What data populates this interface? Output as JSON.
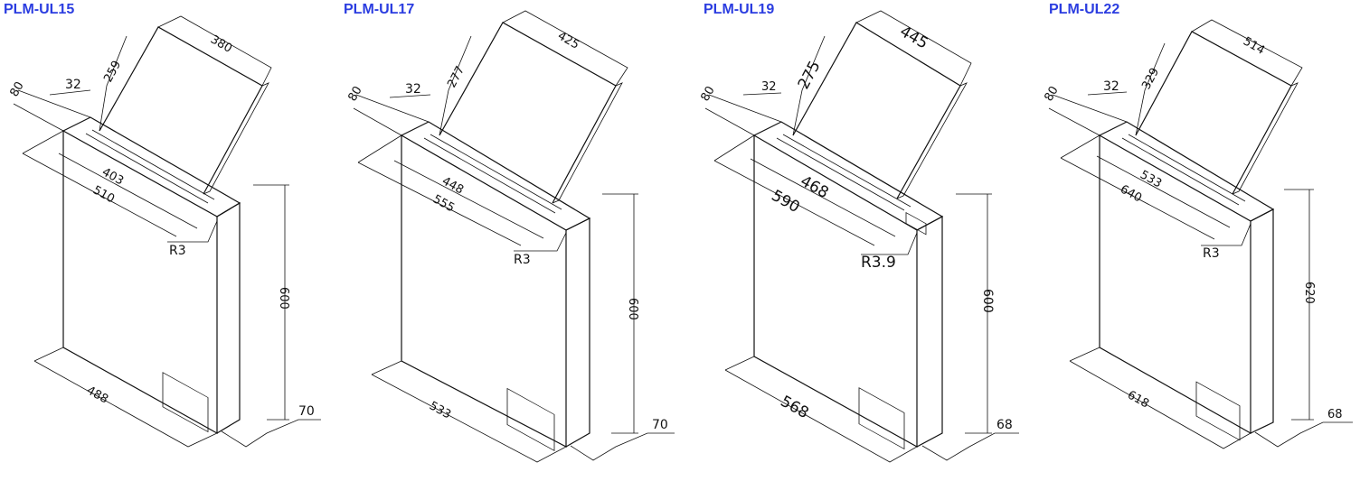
{
  "models": [
    {
      "title": "PLM-UL15",
      "dims": {
        "screen_width": "380",
        "screen_height": "259",
        "lid_depth": "80",
        "lid_gap": "32",
        "inner_width": "403",
        "outer_width": "510",
        "radius": "R3",
        "height": "600",
        "bottom_width": "488",
        "depth": "70"
      }
    },
    {
      "title": "PLM-UL17",
      "dims": {
        "screen_width": "425",
        "screen_height": "277",
        "lid_depth": "80",
        "lid_gap": "32",
        "inner_width": "448",
        "outer_width": "555",
        "radius": "R3",
        "height": "600",
        "bottom_width": "533",
        "depth": "70"
      }
    },
    {
      "title": "PLM-UL19",
      "dims": {
        "screen_width": "445",
        "screen_height": "275",
        "lid_depth": "80",
        "lid_gap": "32",
        "inner_width": "468",
        "outer_width": "590",
        "radius": "R3.9",
        "height": "600",
        "bottom_width": "568",
        "depth": "68"
      }
    },
    {
      "title": "PLM-UL22",
      "dims": {
        "screen_width": "514",
        "screen_height": "329",
        "lid_depth": "80",
        "lid_gap": "32",
        "inner_width": "533",
        "outer_width": "640",
        "radius": "R3",
        "height": "620",
        "bottom_width": "618",
        "depth": "68"
      }
    }
  ]
}
